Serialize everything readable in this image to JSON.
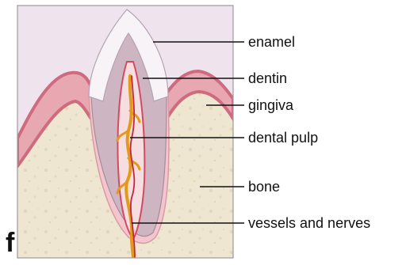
{
  "figure": {
    "panel_letter": "f",
    "labels": {
      "enamel": "enamel",
      "dentin": "dentin",
      "gingiva": "gingiva",
      "dental_pulp": "dental pulp",
      "bone": "bone",
      "vessels_and_nerves": "vessels and nerves"
    },
    "colors": {
      "background": "#efe4ee",
      "bone": "#efe6d2",
      "gingiva": "#e7a8b2",
      "gingiva_edge": "#cf6b7e",
      "periodontal": "#f3c6cd",
      "enamel": "#f7f3f7",
      "dentin": "#cdb5c1",
      "pulp": "#f6dde0",
      "vessels": "#e39a1a"
    }
  }
}
